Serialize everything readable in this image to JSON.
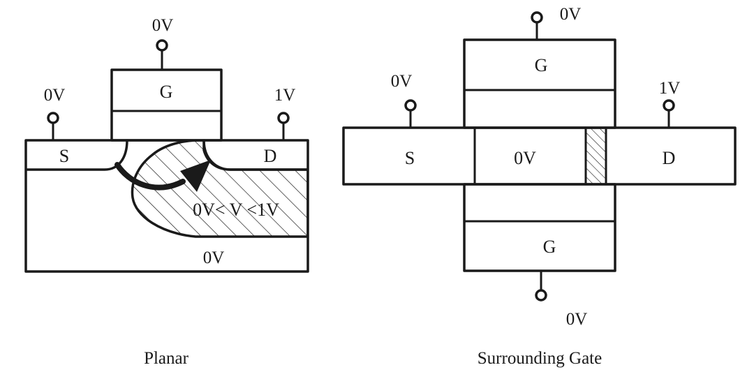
{
  "planar": {
    "caption": "Planar",
    "gate_label": "G",
    "source_label": "S",
    "drain_label": "D",
    "gate_voltage": "0V",
    "source_voltage": "0V",
    "drain_voltage": "1V",
    "depletion_label": "0V< V <1V",
    "substrate_voltage": "0V"
  },
  "surrounding": {
    "caption": "Surrounding Gate",
    "top_gate_label": "G",
    "bottom_gate_label": "G",
    "source_label": "S",
    "drain_label": "D",
    "channel_label": "0V",
    "top_gate_voltage": "0V",
    "bottom_gate_voltage": "0V",
    "source_voltage": "0V",
    "drain_voltage": "1V"
  }
}
